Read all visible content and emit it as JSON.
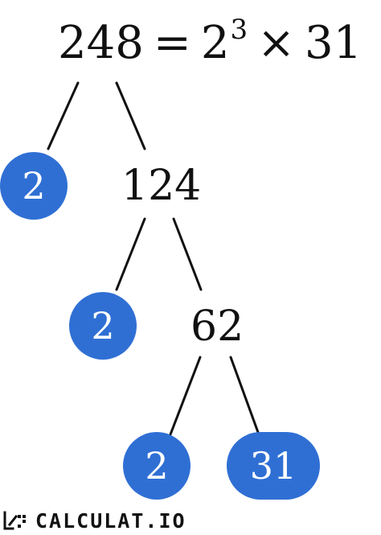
{
  "title": {
    "number": "248",
    "equals": "=",
    "base": "2",
    "exponent": "3",
    "times": "×",
    "factor": "31"
  },
  "tree": {
    "level1": {
      "prime": "2",
      "composite": "124"
    },
    "level2": {
      "prime": "2",
      "composite": "62"
    },
    "level3": {
      "prime_left": "2",
      "prime_right": "31"
    }
  },
  "colors": {
    "prime_fill": "#2f6fd4",
    "prime_text": "#ffffff",
    "text": "#111111",
    "lines": "#111111"
  },
  "footer": {
    "brand": "CALCULAT.IO",
    "icon": "calculator-logo-icon"
  }
}
